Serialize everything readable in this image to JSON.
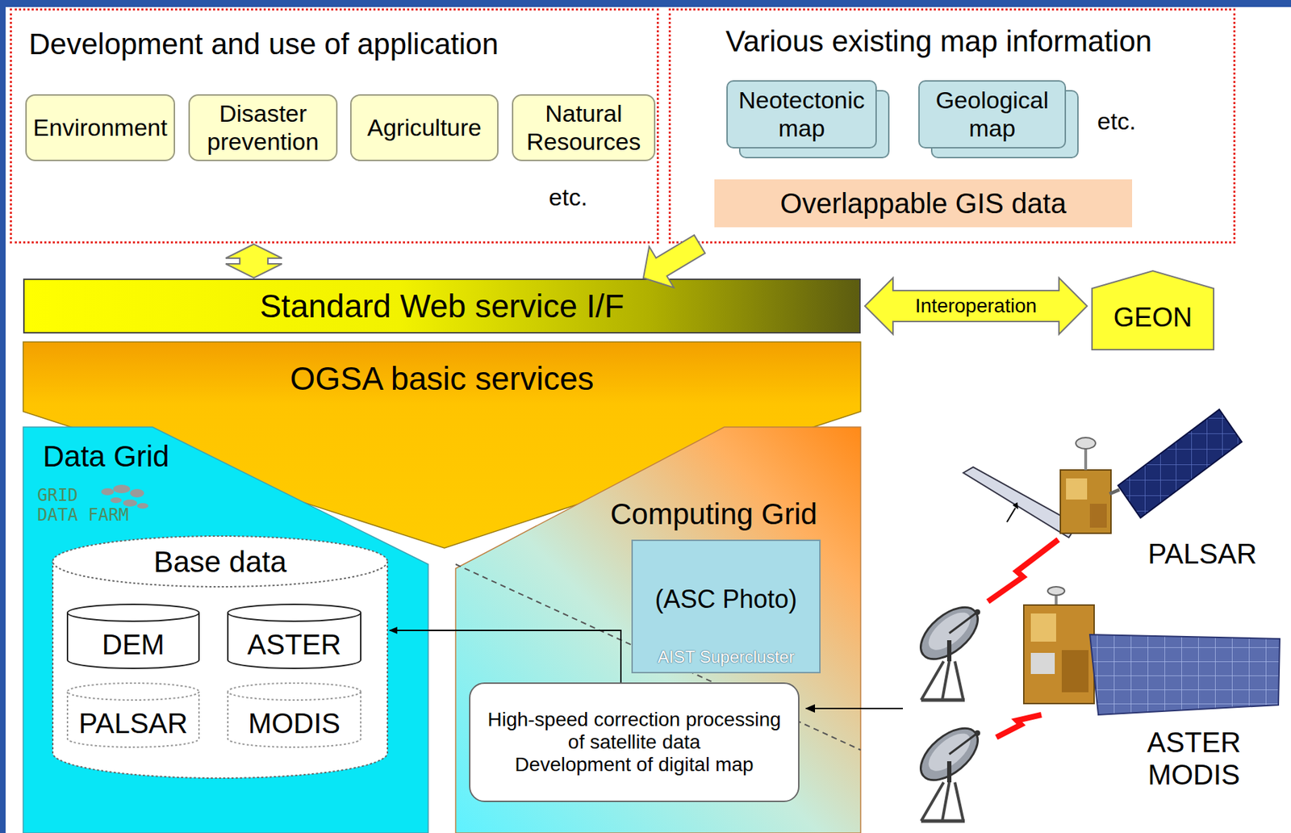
{
  "diagram": {
    "nodes": [
      {
        "text": [
          "Development and use of application"
        ]
      },
      {
        "text": [
          "Environment"
        ],
        "in": 0
      },
      {
        "text": [
          "Disaster prevention"
        ],
        "in": 0
      },
      {
        "text": [
          "Agriculture"
        ],
        "in": 0
      },
      {
        "text": [
          "Natural Resources"
        ],
        "in": 0
      },
      {
        "text": [
          "Various existing map information"
        ]
      },
      {
        "text": [
          "Neotectonic map"
        ],
        "in": 5
      },
      {
        "text": [
          "Geological map"
        ],
        "in": 5
      },
      {
        "text": [
          "Overlappable GIS data"
        ],
        "in": 5
      },
      {
        "text": [
          "Standard Web service I/F"
        ]
      },
      {
        "text": [
          "OGSA basic services"
        ]
      },
      {
        "text": [
          "GEON"
        ]
      },
      {
        "text": [
          "Data Grid"
        ]
      },
      {
        "text": [
          "Base data"
        ],
        "in": 12
      },
      {
        "text": [
          "DEM"
        ],
        "in": 13
      },
      {
        "text": [
          "ASTER"
        ],
        "in": 13
      },
      {
        "text": [
          "PALSAR"
        ],
        "in": 13
      },
      {
        "text": [
          "MODIS"
        ],
        "in": 13
      },
      {
        "text": [
          "Computing Grid"
        ]
      },
      {
        "text": [
          "(ASC Photo)",
          "AIST Supercluster"
        ],
        "in": 18
      },
      {
        "text": [
          "High-speed correction processing of satellite data",
          "Development of digital map"
        ],
        "in": 18
      }
    ],
    "edges": [
      {
        "from": 0,
        "to": 9,
        "arrow": "both"
      },
      {
        "from": 5,
        "to": 9,
        "arrow": "to"
      },
      {
        "from": 9,
        "to": 11,
        "label": "Interoperation",
        "arrow": "both"
      },
      {
        "from": 20,
        "to": 13,
        "arrow": "to"
      }
    ],
    "labels": [
      "etc.",
      "etc.",
      "GRID DATA FARM",
      "PALSAR",
      "ASTER MODIS"
    ]
  }
}
